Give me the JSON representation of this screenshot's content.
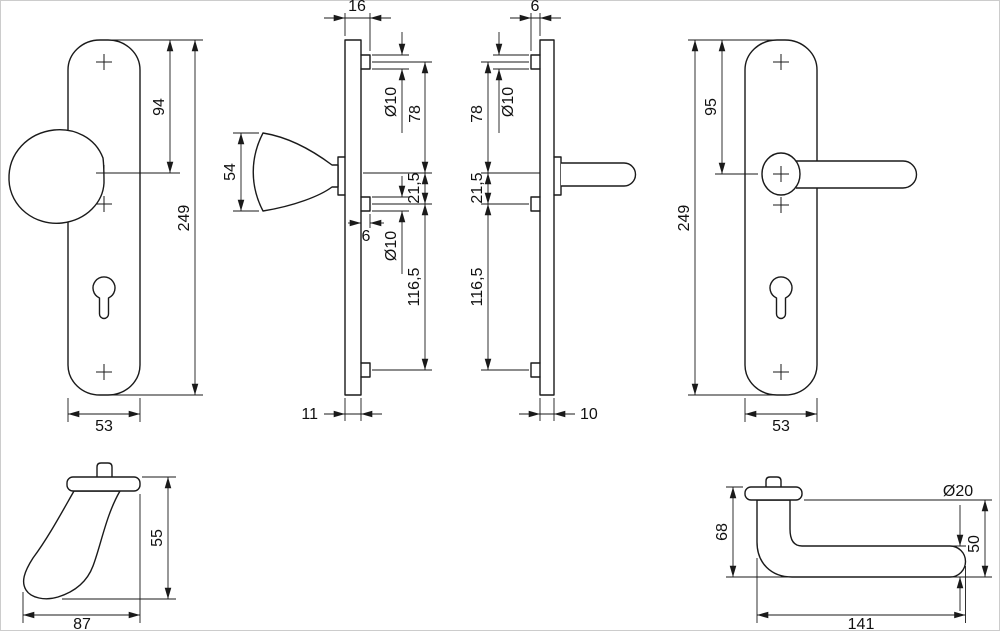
{
  "drawing_title": "door-fitting-dimension-drawing",
  "background": "#ffffff",
  "line_color": "#1a1a1a",
  "views": {
    "knob_backplate_front": {
      "dims": {
        "top_to_handle_axis": "94",
        "plate_height": "249",
        "plate_width": "53"
      }
    },
    "knob_backplate_side": {
      "dims": {
        "top_depth": "16",
        "knob_face_height": "54",
        "top_boss_diameter": "Ø10",
        "screw_to_axis": "78",
        "axis_to_screw": "21,5",
        "boss_projection": "6",
        "mid_boss_diameter": "Ø10",
        "screw_spacing": "116,5",
        "plate_depth": "11"
      }
    },
    "lever_backplate_side": {
      "dims": {
        "boss_projection": "6",
        "boss_diameter": "Ø10",
        "screw_to_axis": "78",
        "axis_to_screw": "21,5",
        "screw_spacing": "116,5",
        "plate_depth": "10"
      }
    },
    "lever_backplate_front": {
      "dims": {
        "top_to_handle_axis": "95",
        "plate_height": "249",
        "plate_width": "53"
      }
    },
    "knob_profile": {
      "dims": {
        "height": "55",
        "length": "87"
      }
    },
    "lever_profile": {
      "dims": {
        "grip_diameter": "Ø20",
        "height": "68",
        "drop": "50",
        "length": "141"
      }
    }
  }
}
